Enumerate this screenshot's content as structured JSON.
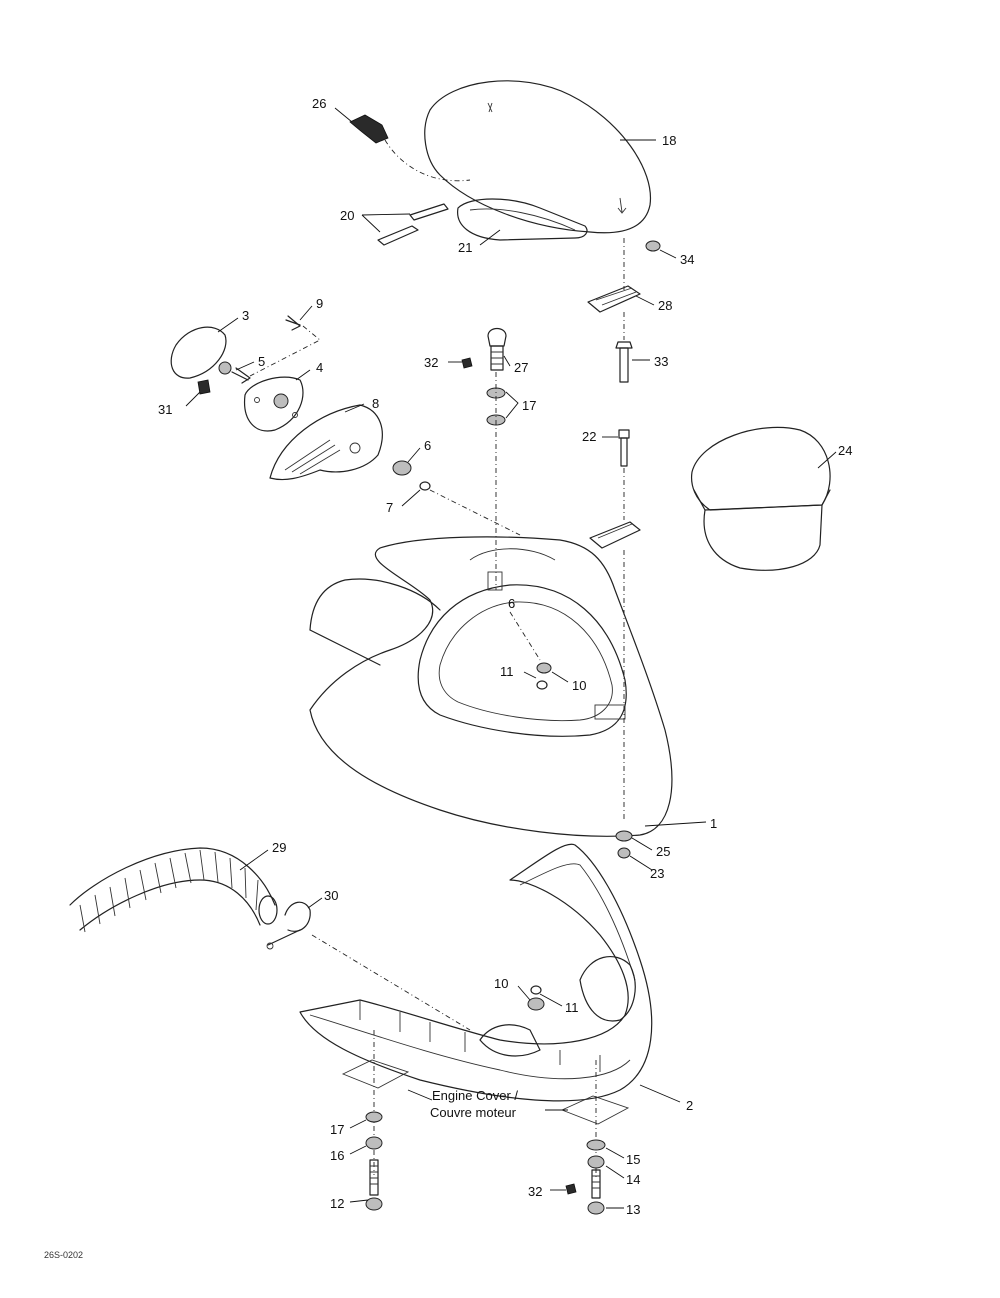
{
  "callouts": {
    "c26": "26",
    "c18": "18",
    "c20": "20",
    "c21": "21",
    "c34": "34",
    "c28": "28",
    "c33": "33",
    "c9": "9",
    "c3": "3",
    "c5": "5",
    "c4": "4",
    "c31": "31",
    "c8": "8",
    "c6": "6",
    "c7": "7",
    "c32a": "32",
    "c27": "27",
    "c17a": "17",
    "c22": "22",
    "c24": "24",
    "c6b": "6",
    "c11a": "11",
    "c10a": "10",
    "c1": "1",
    "c25": "25",
    "c23": "23",
    "c29": "29",
    "c30": "30",
    "c10b": "10",
    "c11b": "11",
    "c2": "2",
    "c17b": "17",
    "c16": "16",
    "c12": "12",
    "c15": "15",
    "c14": "14",
    "c32b": "32",
    "c13": "13"
  },
  "note_line1": "Engine Cover /",
  "note_line2": "Couvre moteur",
  "drawing_code": "26S-0202",
  "colors": {
    "line": "#222222",
    "background": "#ffffff"
  }
}
